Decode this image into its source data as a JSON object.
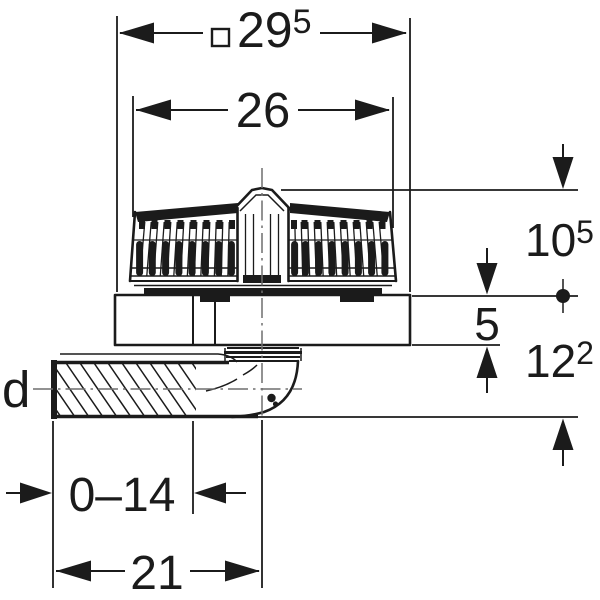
{
  "drawing": {
    "kind": "dimensioned technical drawing",
    "subject": "floor drain with strainer grate, flange plate and horizontal outlet pipe",
    "colors": {
      "line": "#1b1b1b",
      "centerline": "#6f6f6f",
      "background": "#ffffff"
    }
  },
  "dimensions": {
    "square_width": {
      "square_symbol": "□",
      "value": "29",
      "sup": "5"
    },
    "grate_width": {
      "value": "26"
    },
    "height_to_grate_top": {
      "value": "10",
      "sup": "5"
    },
    "flange_height": {
      "value": "5"
    },
    "depth_below_flange": {
      "value": "12",
      "sup": "2"
    },
    "pipe_diameter_label": {
      "value": "d"
    },
    "insertion_range": {
      "value": "0–14"
    },
    "outlet_length": {
      "value": "21"
    }
  }
}
